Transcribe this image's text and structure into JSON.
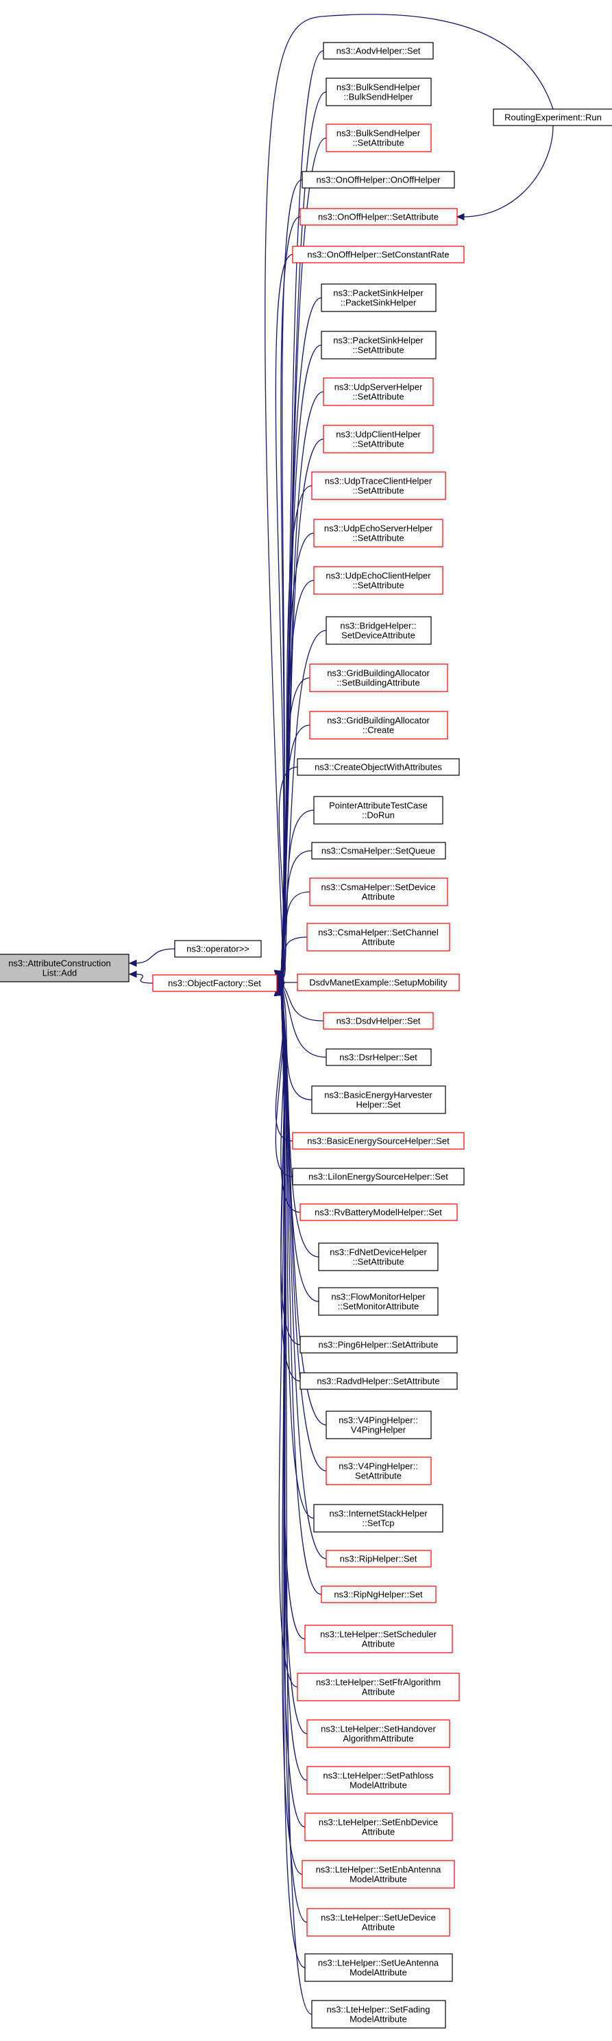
{
  "colors": {
    "edge": "#191970",
    "border_normal": "#000000",
    "border_truncated": "#ff0000",
    "fill_normal": "#ffffff",
    "fill_focus": "#bfbfbf"
  },
  "graph": {
    "focus": {
      "id": "n0",
      "lines": [
        "ns3::AttributeConstruction",
        "List::Add"
      ]
    },
    "level1": [
      {
        "id": "n1",
        "lines": [
          "ns3::operator>>"
        ],
        "truncated": false
      },
      {
        "id": "n2",
        "lines": [
          "ns3::ObjectFactory::Set"
        ],
        "truncated": true
      }
    ],
    "callers": [
      {
        "id": "c0",
        "lines": [
          "ns3::AodvHelper::Set"
        ],
        "truncated": false
      },
      {
        "id": "c1",
        "lines": [
          "ns3::BulkSendHelper",
          "::BulkSendHelper"
        ],
        "truncated": false
      },
      {
        "id": "c2",
        "lines": [
          "ns3::BulkSendHelper",
          "::SetAttribute"
        ],
        "truncated": true
      },
      {
        "id": "c3",
        "lines": [
          "ns3::OnOffHelper::OnOffHelper"
        ],
        "truncated": false
      },
      {
        "id": "c4",
        "lines": [
          "ns3::OnOffHelper::SetAttribute"
        ],
        "truncated": true
      },
      {
        "id": "c5",
        "lines": [
          "ns3::OnOffHelper::SetConstantRate"
        ],
        "truncated": true
      },
      {
        "id": "c6",
        "lines": [
          "ns3::PacketSinkHelper",
          "::PacketSinkHelper"
        ],
        "truncated": false
      },
      {
        "id": "c7",
        "lines": [
          "ns3::PacketSinkHelper",
          "::SetAttribute"
        ],
        "truncated": false
      },
      {
        "id": "c8",
        "lines": [
          "ns3::UdpServerHelper",
          "::SetAttribute"
        ],
        "truncated": true
      },
      {
        "id": "c9",
        "lines": [
          "ns3::UdpClientHelper",
          "::SetAttribute"
        ],
        "truncated": true
      },
      {
        "id": "c10",
        "lines": [
          "ns3::UdpTraceClientHelper",
          "::SetAttribute"
        ],
        "truncated": true
      },
      {
        "id": "c11",
        "lines": [
          "ns3::UdpEchoServerHelper",
          "::SetAttribute"
        ],
        "truncated": true
      },
      {
        "id": "c12",
        "lines": [
          "ns3::UdpEchoClientHelper",
          "::SetAttribute"
        ],
        "truncated": true
      },
      {
        "id": "c13",
        "lines": [
          "ns3::BridgeHelper::",
          "SetDeviceAttribute"
        ],
        "truncated": false
      },
      {
        "id": "c14",
        "lines": [
          "ns3::GridBuildingAllocator",
          "::SetBuildingAttribute"
        ],
        "truncated": true
      },
      {
        "id": "c15",
        "lines": [
          "ns3::GridBuildingAllocator",
          "::Create"
        ],
        "truncated": true
      },
      {
        "id": "c16",
        "lines": [
          "ns3::CreateObjectWithAttributes"
        ],
        "truncated": false
      },
      {
        "id": "c17",
        "lines": [
          "PointerAttributeTestCase",
          "::DoRun"
        ],
        "truncated": false
      },
      {
        "id": "c18",
        "lines": [
          "ns3::CsmaHelper::SetQueue"
        ],
        "truncated": false
      },
      {
        "id": "c19",
        "lines": [
          "ns3::CsmaHelper::SetDevice",
          "Attribute"
        ],
        "truncated": true
      },
      {
        "id": "c20",
        "lines": [
          "ns3::CsmaHelper::SetChannel",
          "Attribute"
        ],
        "truncated": true
      },
      {
        "id": "c21",
        "lines": [
          "DsdvManetExample::SetupMobility"
        ],
        "truncated": true
      },
      {
        "id": "c22",
        "lines": [
          "ns3::DsdvHelper::Set"
        ],
        "truncated": true
      },
      {
        "id": "c23",
        "lines": [
          "ns3::DsrHelper::Set"
        ],
        "truncated": false
      },
      {
        "id": "c24",
        "lines": [
          "ns3::BasicEnergyHarvester",
          "Helper::Set"
        ],
        "truncated": false
      },
      {
        "id": "c25",
        "lines": [
          "ns3::BasicEnergySourceHelper::Set"
        ],
        "truncated": true
      },
      {
        "id": "c26",
        "lines": [
          "ns3::LiIonEnergySourceHelper::Set"
        ],
        "truncated": false
      },
      {
        "id": "c27",
        "lines": [
          "ns3::RvBatteryModelHelper::Set"
        ],
        "truncated": true
      },
      {
        "id": "c28",
        "lines": [
          "ns3::FdNetDeviceHelper",
          "::SetAttribute"
        ],
        "truncated": false
      },
      {
        "id": "c29",
        "lines": [
          "ns3::FlowMonitorHelper",
          "::SetMonitorAttribute"
        ],
        "truncated": false
      },
      {
        "id": "c30",
        "lines": [
          "ns3::Ping6Helper::SetAttribute"
        ],
        "truncated": false
      },
      {
        "id": "c31",
        "lines": [
          "ns3::RadvdHelper::SetAttribute"
        ],
        "truncated": false
      },
      {
        "id": "c32",
        "lines": [
          "ns3::V4PingHelper::",
          "V4PingHelper"
        ],
        "truncated": false
      },
      {
        "id": "c33",
        "lines": [
          "ns3::V4PingHelper::",
          "SetAttribute"
        ],
        "truncated": true
      },
      {
        "id": "c34",
        "lines": [
          "ns3::InternetStackHelper",
          "::SetTcp"
        ],
        "truncated": false
      },
      {
        "id": "c35",
        "lines": [
          "ns3::RipHelper::Set"
        ],
        "truncated": true
      },
      {
        "id": "c36",
        "lines": [
          "ns3::RipNgHelper::Set"
        ],
        "truncated": true
      },
      {
        "id": "c37",
        "lines": [
          "ns3::LteHelper::SetScheduler",
          "Attribute"
        ],
        "truncated": true
      },
      {
        "id": "c38",
        "lines": [
          "ns3::LteHelper::SetFfrAlgorithm",
          "Attribute"
        ],
        "truncated": true
      },
      {
        "id": "c39",
        "lines": [
          "ns3::LteHelper::SetHandover",
          "AlgorithmAttribute"
        ],
        "truncated": true
      },
      {
        "id": "c40",
        "lines": [
          "ns3::LteHelper::SetPathloss",
          "ModelAttribute"
        ],
        "truncated": true
      },
      {
        "id": "c41",
        "lines": [
          "ns3::LteHelper::SetEnbDevice",
          "Attribute"
        ],
        "truncated": true
      },
      {
        "id": "c42",
        "lines": [
          "ns3::LteHelper::SetEnbAntenna",
          "ModelAttribute"
        ],
        "truncated": true
      },
      {
        "id": "c43",
        "lines": [
          "ns3::LteHelper::SetUeDevice",
          "Attribute"
        ],
        "truncated": true
      },
      {
        "id": "c44",
        "lines": [
          "ns3::LteHelper::SetUeAntenna",
          "ModelAttribute"
        ],
        "truncated": false
      },
      {
        "id": "c45",
        "lines": [
          "ns3::LteHelper::SetFading",
          "ModelAttribute"
        ],
        "truncated": false
      }
    ],
    "extra": {
      "id": "e0",
      "lines": [
        "RoutingExperiment::Run"
      ],
      "truncated": false
    }
  }
}
